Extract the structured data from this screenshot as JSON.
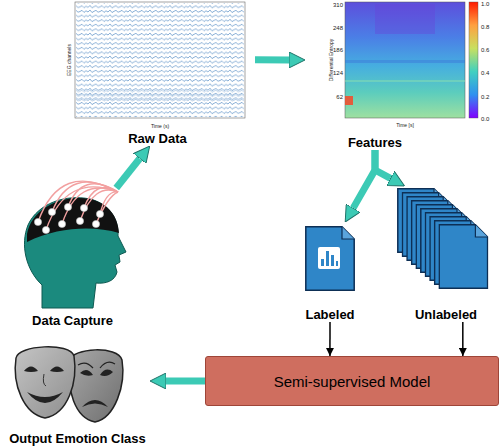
{
  "diagram": {
    "nodes": [
      {
        "text": [
          "Raw Data"
        ]
      },
      {
        "text": [
          "Features"
        ]
      },
      {
        "text": [
          "Data Capture"
        ]
      },
      {
        "text": [
          "Labeled"
        ]
      },
      {
        "text": [
          "Unlabeled"
        ]
      },
      {
        "text": [
          "Semi-supervised Model"
        ]
      },
      {
        "text": [
          "Output Emotion Class"
        ]
      }
    ],
    "edges": [
      {
        "from": 2,
        "to": 0,
        "arrow": "to"
      },
      {
        "from": 0,
        "to": 1,
        "arrow": "to"
      },
      {
        "from": 1,
        "to": 3,
        "arrow": "to"
      },
      {
        "from": 1,
        "to": 4,
        "arrow": "to"
      },
      {
        "from": 3,
        "to": 5,
        "arrow": "to"
      },
      {
        "from": 4,
        "to": 5,
        "arrow": "to"
      },
      {
        "from": 5,
        "to": 6,
        "arrow": "to"
      }
    ],
    "labels": [
      "EEG channels",
      "Time (s)",
      "310",
      "248",
      "186",
      "124",
      "62",
      "Differential Entropy",
      "Time [s]",
      "1.0",
      "0.8",
      "0.6",
      "0.4",
      "0.2",
      "0.0"
    ]
  }
}
